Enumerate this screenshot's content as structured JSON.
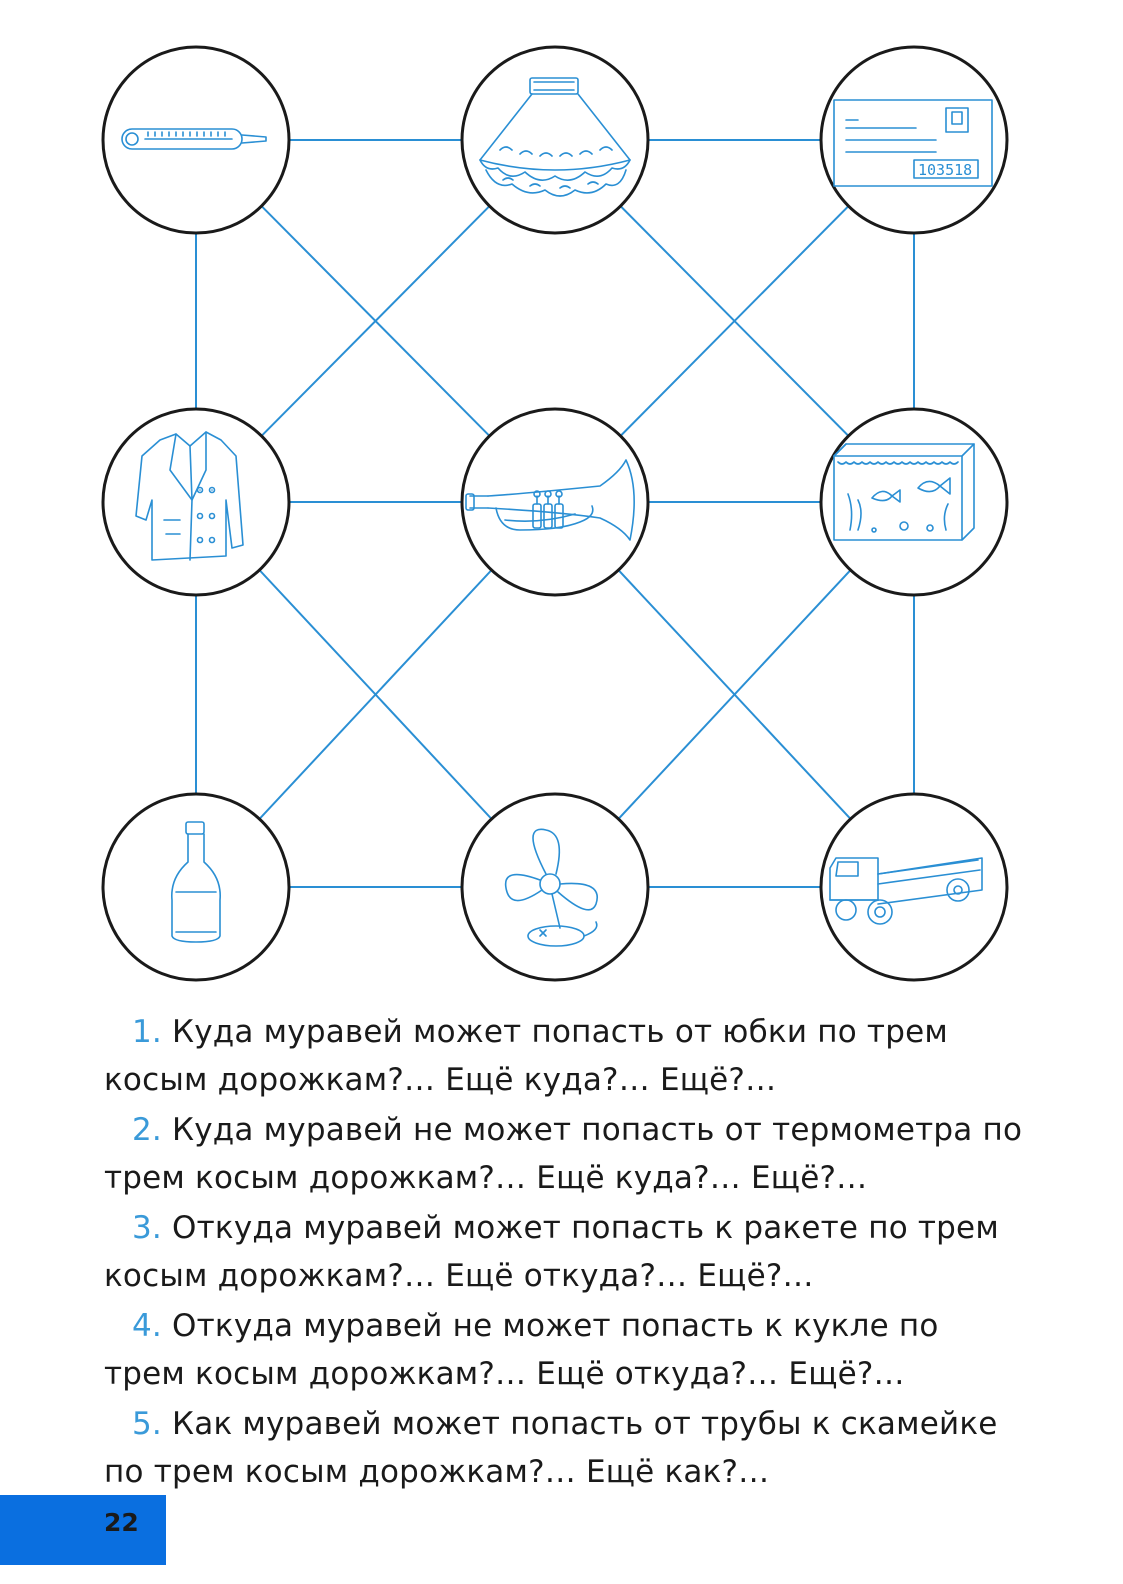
{
  "diagram": {
    "line_color": "#2a8fd4",
    "nodes": [
      {
        "id": "thermometer",
        "icon": "thermometer-icon"
      },
      {
        "id": "skirt",
        "icon": "skirt-icon"
      },
      {
        "id": "envelope",
        "icon": "envelope-icon",
        "postcode_text": "103518"
      },
      {
        "id": "coat",
        "icon": "coat-icon"
      },
      {
        "id": "trumpet",
        "icon": "trumpet-icon"
      },
      {
        "id": "aquarium",
        "icon": "aquarium-icon"
      },
      {
        "id": "bottle",
        "icon": "bottle-icon"
      },
      {
        "id": "fan",
        "icon": "fan-icon"
      },
      {
        "id": "truck",
        "icon": "truck-icon"
      }
    ]
  },
  "questions": [
    {
      "num": "1.",
      "text": "Куда муравей может попасть от юбки по трем косым дорожкам?… Ещё куда?… Ещё?…"
    },
    {
      "num": "2.",
      "text": "Куда муравей не может попасть от термометра по трем косым дорожкам?… Ещё куда?… Ещё?…"
    },
    {
      "num": "3.",
      "text": "Откуда муравей может попасть к ракете по трем косым дорожкам?… Ещё откуда?… Ещё?…"
    },
    {
      "num": "4.",
      "text": "Откуда муравей не может попасть к кукле по трем косым дорожкам?… Ещё откуда?… Ещё?…"
    },
    {
      "num": "5.",
      "text": "Как муравей может попасть от трубы к скамейке по трем косым дорожкам?… Ещё как?…"
    }
  ],
  "page_number": "22",
  "colors": {
    "accent": "#3a9ad9",
    "page_tab": "#0a6fe0"
  }
}
